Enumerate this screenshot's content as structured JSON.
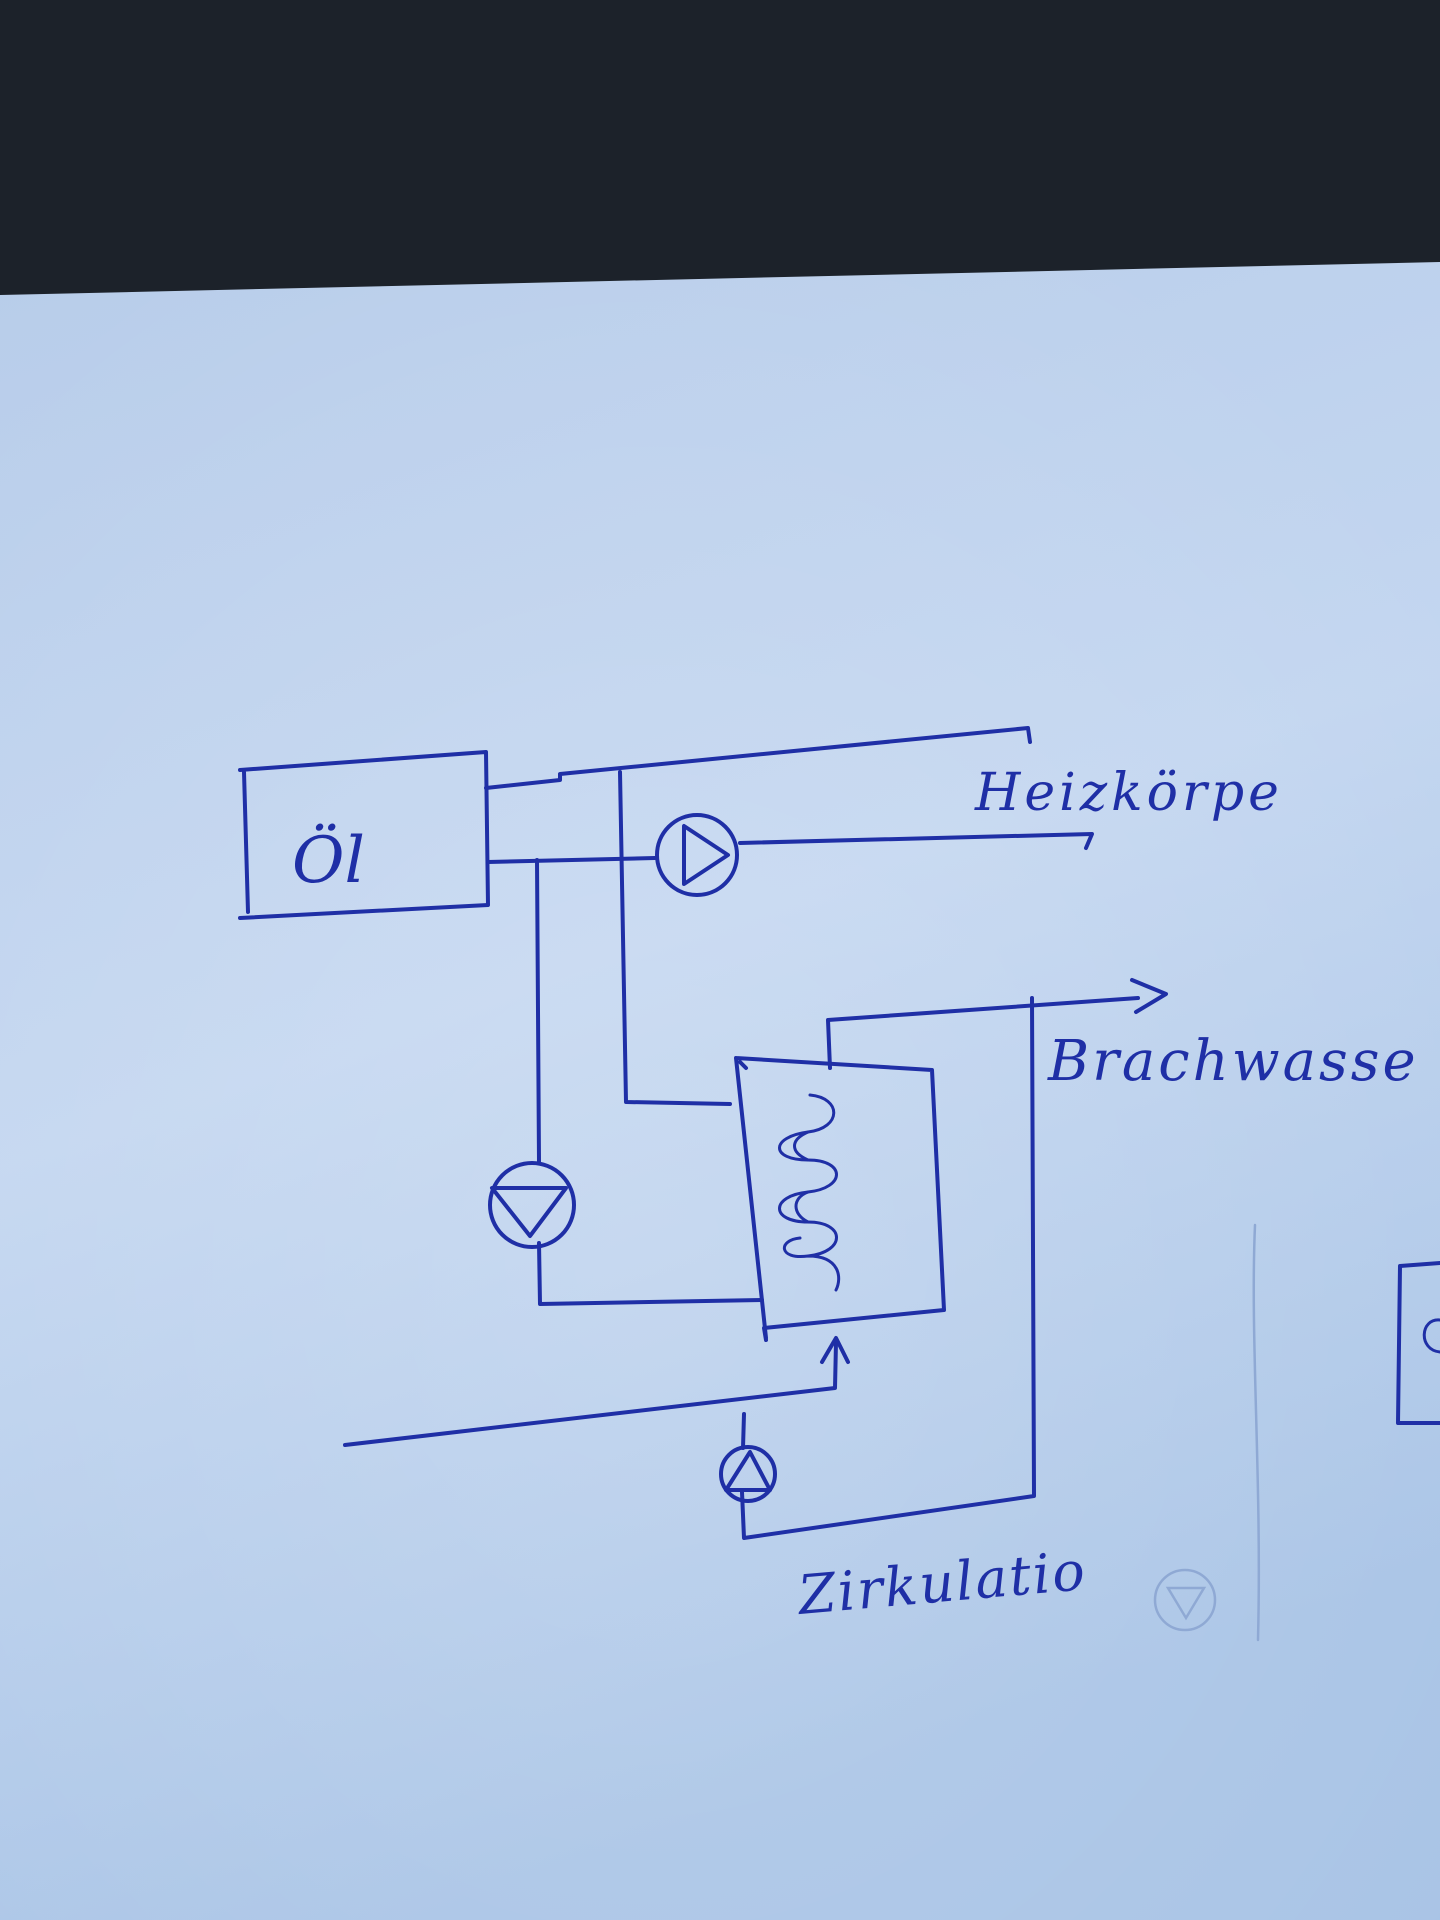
{
  "labels": {
    "tank": "Öl",
    "radiator": "Heizkörpe",
    "hot_water": "Brachwasse",
    "circulation": "Zirkulatio"
  },
  "colors": {
    "ink": "#1f2fa6",
    "paper": "#c2d6f0",
    "background": "#1c222a"
  },
  "symbols": [
    "pump-icon",
    "pump-icon",
    "pump-icon",
    "heat-exchanger-coil-icon"
  ]
}
